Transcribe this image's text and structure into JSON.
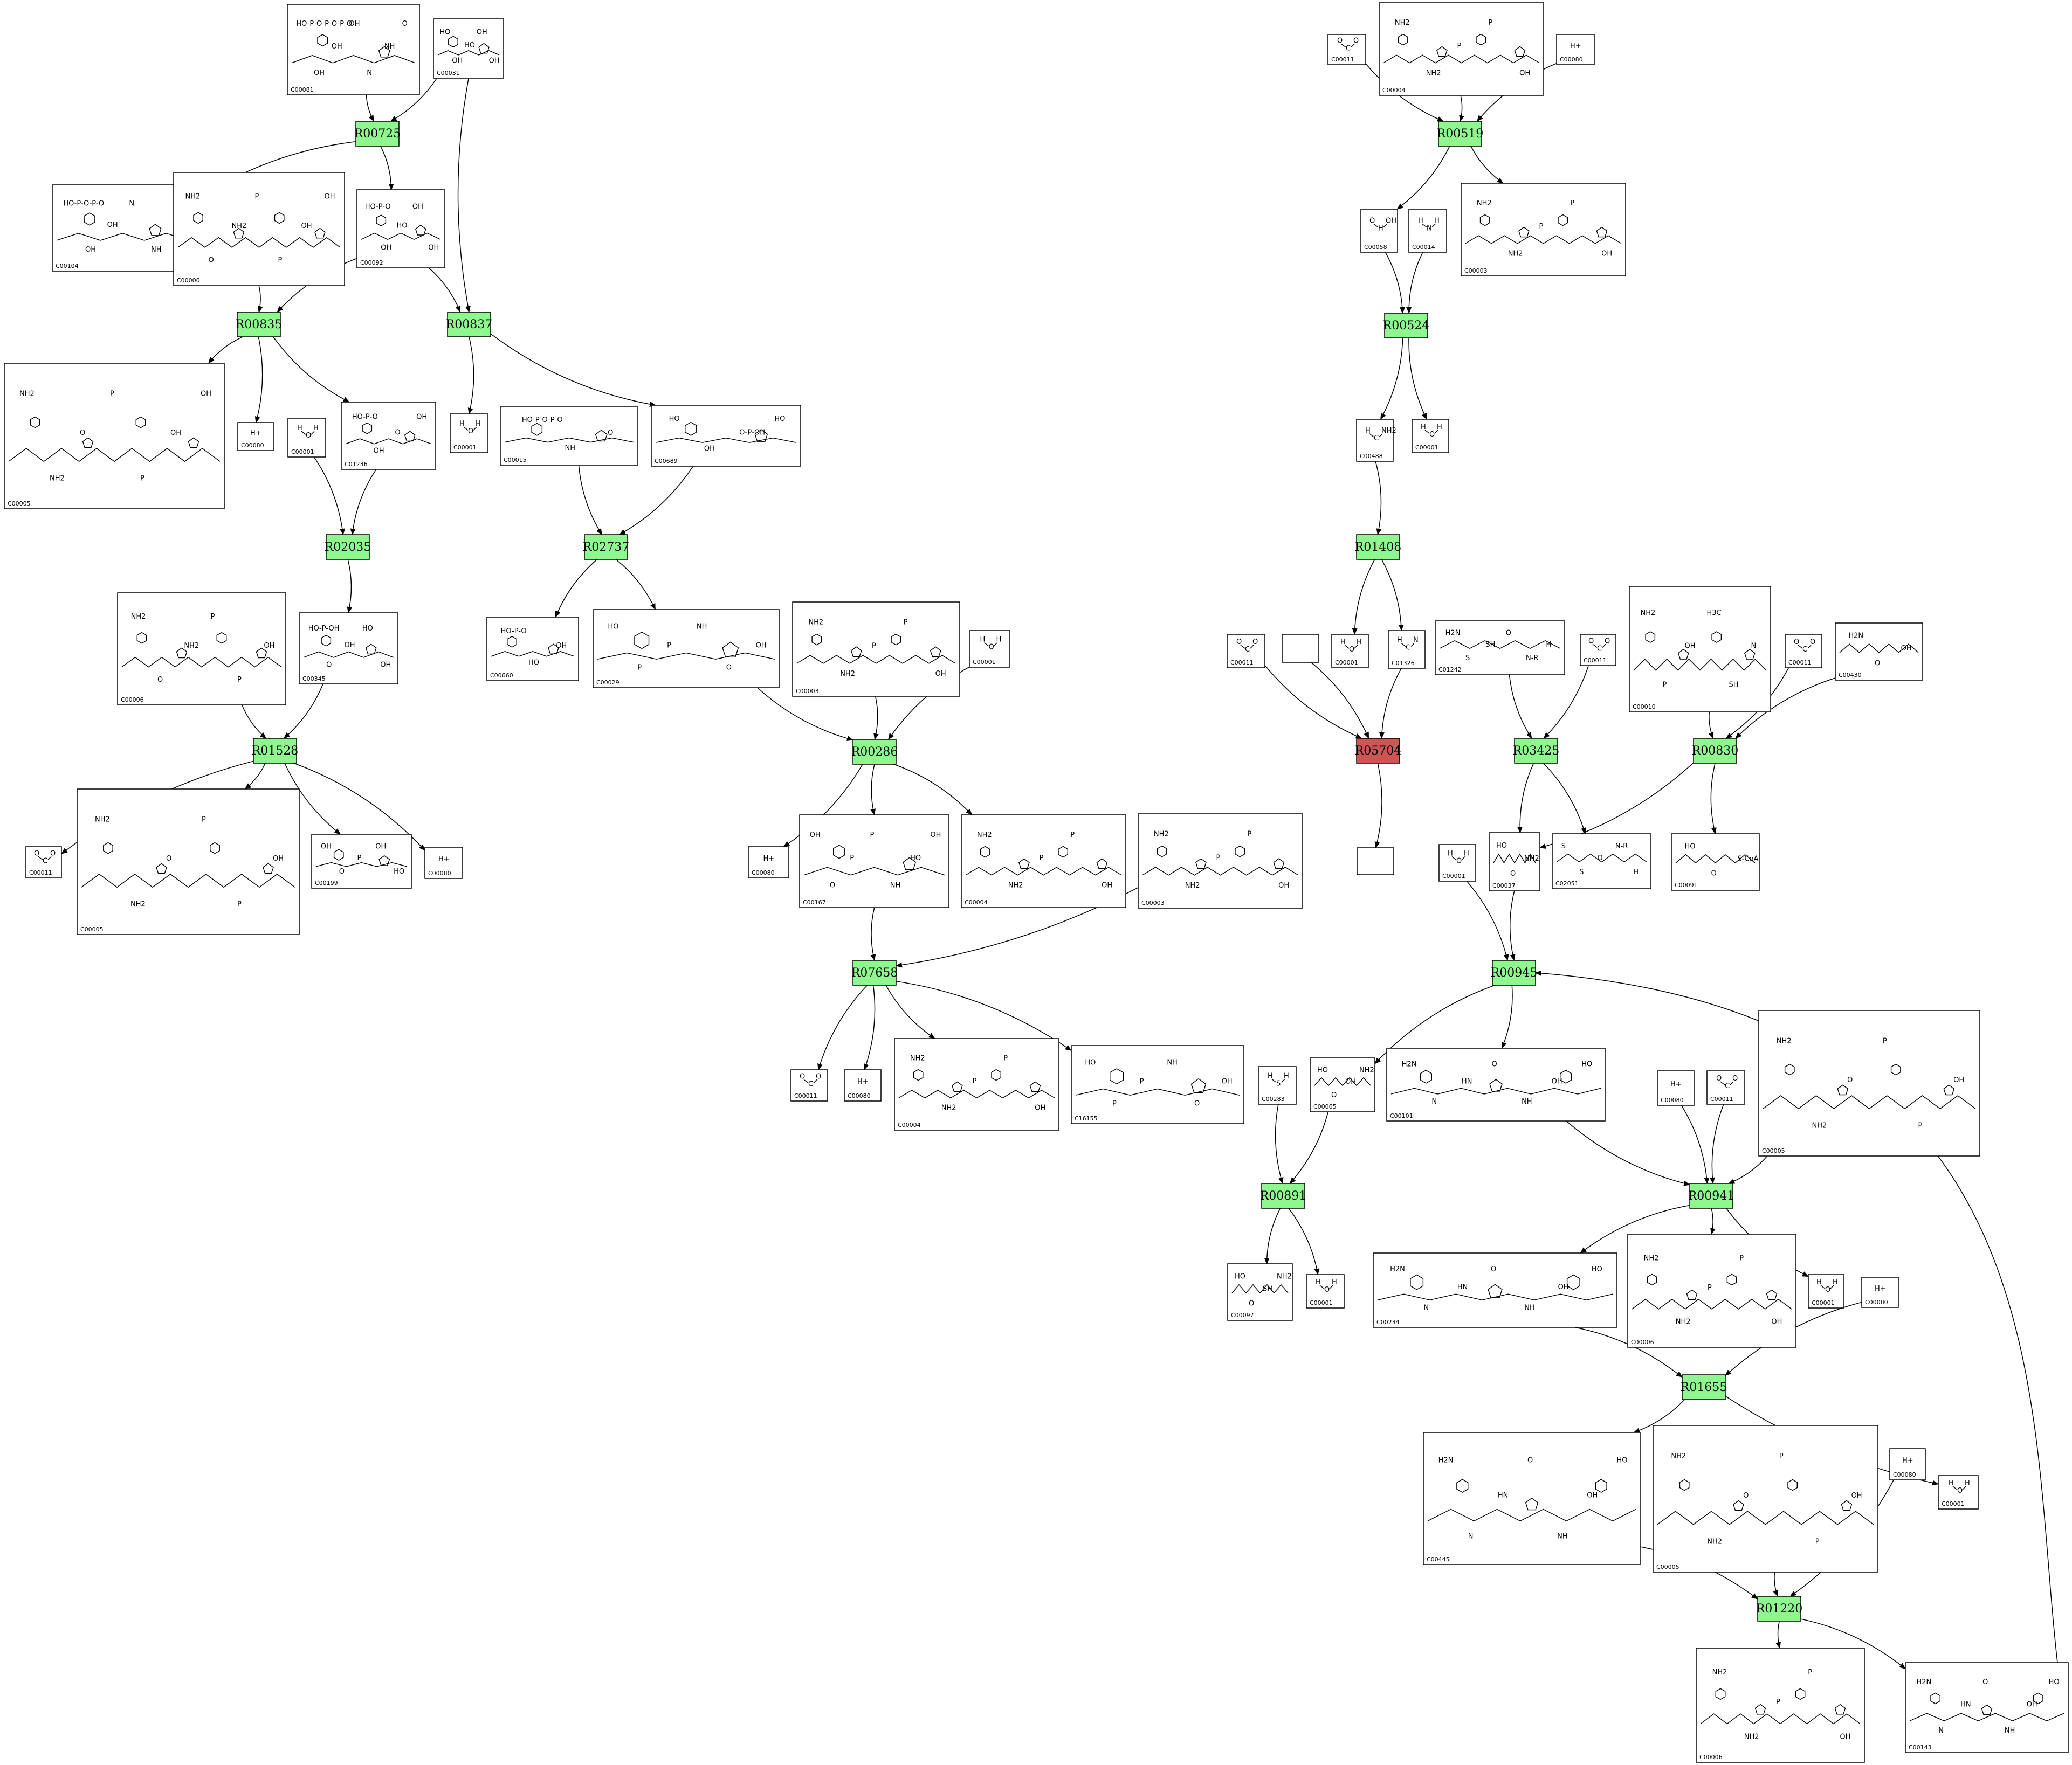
{
  "diagram": {
    "type": "metabolic-pathway",
    "colors": {
      "reaction": "#8ef78e",
      "reaction_highlight": "#cc5555",
      "line": "#000000",
      "box_fill": "#ffffff"
    },
    "reactions": [
      {
        "id": "R00725",
        "status": "normal"
      },
      {
        "id": "R00835",
        "status": "normal"
      },
      {
        "id": "R00837",
        "status": "normal"
      },
      {
        "id": "R02035",
        "status": "normal"
      },
      {
        "id": "R02737",
        "status": "normal"
      },
      {
        "id": "R01528",
        "status": "normal"
      },
      {
        "id": "R00286",
        "status": "normal"
      },
      {
        "id": "R07658",
        "status": "normal"
      },
      {
        "id": "R00519",
        "status": "normal"
      },
      {
        "id": "R00524",
        "status": "normal"
      },
      {
        "id": "R01408",
        "status": "normal"
      },
      {
        "id": "R05704",
        "status": "highlighted"
      },
      {
        "id": "R03425",
        "status": "normal"
      },
      {
        "id": "R00830",
        "status": "normal"
      },
      {
        "id": "R00945",
        "status": "normal"
      },
      {
        "id": "R00891",
        "status": "normal"
      },
      {
        "id": "R00941",
        "status": "normal"
      },
      {
        "id": "R01655",
        "status": "normal"
      },
      {
        "id": "R01220",
        "status": "normal"
      }
    ],
    "compounds": [
      {
        "key": "c1",
        "id": "C00081",
        "kind": "nucleotide",
        "texts": [
          "HO-P-O-P-O-P-O",
          "OH",
          "OH",
          "OH",
          "N",
          "NH",
          "O"
        ]
      },
      {
        "key": "c2",
        "id": "C00031",
        "kind": "sugar",
        "texts": [
          "HO",
          "OH",
          "HO",
          "OH",
          "OH"
        ]
      },
      {
        "key": "c3",
        "id": "C00104",
        "kind": "nucleotide",
        "texts": [
          "HO-P-O-P-O",
          "OH",
          "OH",
          "N",
          "NH",
          "O"
        ]
      },
      {
        "key": "c4",
        "id": "C00006",
        "kind": "cofactor",
        "texts": [
          "NH2",
          "O",
          "NH2",
          "P",
          "P",
          "OH",
          "OH"
        ]
      },
      {
        "key": "c5",
        "id": "C00092",
        "kind": "sugar",
        "texts": [
          "HO-P-O",
          "OH",
          "HO",
          "OH",
          "OH"
        ]
      },
      {
        "key": "c6",
        "id": "C00005",
        "kind": "cofactor",
        "texts": [
          "NH2",
          "NH2",
          "O",
          "P",
          "P",
          "OH",
          "OH"
        ]
      },
      {
        "key": "c7",
        "id": "C00080",
        "kind": "ion",
        "texts": [
          "H+"
        ]
      },
      {
        "key": "c8",
        "id": "C00001",
        "kind": "small",
        "texts": [
          "H",
          "O",
          "H"
        ]
      },
      {
        "key": "c9",
        "id": "C01236",
        "kind": "sugar",
        "texts": [
          "HO-P-O",
          "OH",
          "O",
          "OH"
        ]
      },
      {
        "key": "c10",
        "id": "C00001",
        "kind": "small",
        "texts": [
          "H",
          "O",
          "H"
        ]
      },
      {
        "key": "c11",
        "id": "C00015",
        "kind": "nucleotide",
        "texts": [
          "HO-P-O-P-O",
          "NH",
          "O"
        ]
      },
      {
        "key": "c12",
        "id": "C00689",
        "kind": "sugar",
        "texts": [
          "HO",
          "OH",
          "O-P-OH",
          "HO"
        ]
      },
      {
        "key": "c13",
        "id": "C00006",
        "kind": "cofactor",
        "texts": [
          "NH2",
          "O",
          "NH2",
          "P",
          "P",
          "OH"
        ]
      },
      {
        "key": "c14",
        "id": "C00345",
        "kind": "sugar",
        "texts": [
          "HO-P-OH",
          "O",
          "OH",
          "HO",
          "OH"
        ]
      },
      {
        "key": "c15",
        "id": "C00660",
        "kind": "sugar",
        "texts": [
          "HO-P-O",
          "HO",
          "OH"
        ]
      },
      {
        "key": "c16",
        "id": "C00029",
        "kind": "nucleotide",
        "texts": [
          "HO",
          "P",
          "P",
          "NH",
          "O",
          "OH"
        ]
      },
      {
        "key": "c17",
        "id": "C00003",
        "kind": "cofactor",
        "texts": [
          "NH2",
          "NH2",
          "P",
          "P",
          "OH"
        ]
      },
      {
        "key": "c18",
        "id": "C00001",
        "kind": "small",
        "texts": [
          "H",
          "O",
          "H"
        ]
      },
      {
        "key": "c19",
        "id": "C00011",
        "kind": "small",
        "texts": [
          "O",
          "C",
          "O"
        ]
      },
      {
        "key": "c20",
        "id": "C00005",
        "kind": "cofactor",
        "texts": [
          "NH2",
          "NH2",
          "O",
          "P",
          "P",
          "OH"
        ]
      },
      {
        "key": "c21",
        "id": "C00199",
        "kind": "sugar",
        "texts": [
          "OH",
          "O",
          "P",
          "OH",
          "HO"
        ]
      },
      {
        "key": "c22",
        "id": "C00080",
        "kind": "ion",
        "texts": [
          "H+"
        ]
      },
      {
        "key": "c23",
        "id": "C00080",
        "kind": "ion",
        "texts": [
          "H+"
        ]
      },
      {
        "key": "c24",
        "id": "C00167",
        "kind": "nucleotide",
        "texts": [
          "OH",
          "O",
          "P",
          "P",
          "NH",
          "HO",
          "OH"
        ]
      },
      {
        "key": "c25",
        "id": "C00004",
        "kind": "cofactor",
        "texts": [
          "NH2",
          "NH2",
          "P",
          "P",
          "OH"
        ]
      },
      {
        "key": "c26",
        "id": "C00003",
        "kind": "cofactor",
        "texts": [
          "NH2",
          "NH2",
          "P",
          "P",
          "OH"
        ]
      },
      {
        "key": "c27",
        "id": "C00011",
        "kind": "small",
        "texts": [
          "O",
          "C",
          "O"
        ]
      },
      {
        "key": "c28",
        "id": "C00080",
        "kind": "ion",
        "texts": [
          "H+"
        ]
      },
      {
        "key": "c29",
        "id": "C00004",
        "kind": "cofactor",
        "texts": [
          "NH2",
          "NH2",
          "P",
          "P",
          "OH"
        ]
      },
      {
        "key": "c30",
        "id": "C16155",
        "kind": "nucleotide",
        "texts": [
          "HO",
          "P",
          "P",
          "NH",
          "O",
          "OH"
        ]
      },
      {
        "key": "c31",
        "id": "C00011",
        "kind": "small",
        "texts": [
          "O",
          "C",
          "O"
        ]
      },
      {
        "key": "c32",
        "id": "C00004",
        "kind": "cofactor",
        "texts": [
          "NH2",
          "NH2",
          "P",
          "P",
          "OH"
        ]
      },
      {
        "key": "c33",
        "id": "C00080",
        "kind": "ion",
        "texts": [
          "H+"
        ]
      },
      {
        "key": "c34",
        "id": "C00058",
        "kind": "small",
        "texts": [
          "O",
          "H",
          "OH"
        ]
      },
      {
        "key": "c35",
        "id": "C00014",
        "kind": "small",
        "texts": [
          "H",
          "N",
          "H"
        ]
      },
      {
        "key": "c36",
        "id": "C00003",
        "kind": "cofactor",
        "texts": [
          "NH2",
          "NH2",
          "P",
          "P",
          "OH"
        ]
      },
      {
        "key": "c37",
        "id": "C00488",
        "kind": "small",
        "texts": [
          "H",
          "C",
          "NH2"
        ]
      },
      {
        "key": "c38",
        "id": "C00001",
        "kind": "small",
        "texts": [
          "H",
          "O",
          "H"
        ]
      },
      {
        "key": "c39",
        "id": "C00011",
        "kind": "small",
        "texts": [
          "O",
          "C",
          "O"
        ]
      },
      {
        "key": "c40",
        "id": "",
        "kind": "empty",
        "texts": []
      },
      {
        "key": "c41",
        "id": "C00001",
        "kind": "small",
        "texts": [
          "H",
          "O",
          "H"
        ]
      },
      {
        "key": "c42",
        "id": "C01326",
        "kind": "small",
        "texts": [
          "H",
          "C",
          "N"
        ]
      },
      {
        "key": "c43",
        "id": "C01242",
        "kind": "chain",
        "texts": [
          "H2N",
          "S",
          "SH",
          "O",
          "N-R",
          "H"
        ]
      },
      {
        "key": "c44",
        "id": "C00011",
        "kind": "small",
        "texts": [
          "O",
          "C",
          "O"
        ]
      },
      {
        "key": "c45",
        "id": "C00010",
        "kind": "cofactor",
        "texts": [
          "NH2",
          "P",
          "OH",
          "H3C",
          "SH",
          "N"
        ]
      },
      {
        "key": "c46",
        "id": "C00011",
        "kind": "small",
        "texts": [
          "O",
          "C",
          "O"
        ]
      },
      {
        "key": "c47",
        "id": "C00430",
        "kind": "chain",
        "texts": [
          "H2N",
          "O",
          "OH"
        ]
      },
      {
        "key": "c48",
        "id": "",
        "kind": "empty",
        "texts": []
      },
      {
        "key": "c49",
        "id": "C00001",
        "kind": "small",
        "texts": [
          "H",
          "O",
          "H"
        ]
      },
      {
        "key": "c50",
        "id": "C00037",
        "kind": "chain",
        "texts": [
          "HO",
          "O",
          "NH2"
        ]
      },
      {
        "key": "c51",
        "id": "C02051",
        "kind": "chain",
        "texts": [
          "S",
          "S",
          "O",
          "N-R",
          "H"
        ]
      },
      {
        "key": "c52",
        "id": "C00091",
        "kind": "chain",
        "texts": [
          "HO",
          "O",
          "S-CoA"
        ]
      },
      {
        "key": "c53",
        "id": "C00283",
        "kind": "small",
        "texts": [
          "H",
          "S",
          "H"
        ]
      },
      {
        "key": "c54",
        "id": "C00065",
        "kind": "chain",
        "texts": [
          "HO",
          "O",
          "OH",
          "NH2"
        ]
      },
      {
        "key": "c55",
        "id": "C00101",
        "kind": "folate",
        "texts": [
          "H2N",
          "N",
          "HN",
          "O",
          "NH",
          "OH",
          "HO"
        ]
      },
      {
        "key": "c56",
        "id": "C00080",
        "kind": "ion",
        "texts": [
          "H+"
        ]
      },
      {
        "key": "c57",
        "id": "C00011",
        "kind": "small",
        "texts": [
          "O",
          "C",
          "O"
        ]
      },
      {
        "key": "c58",
        "id": "C00005",
        "kind": "cofactor",
        "texts": [
          "NH2",
          "NH2",
          "O",
          "P",
          "P",
          "OH"
        ]
      },
      {
        "key": "c59",
        "id": "C00097",
        "kind": "chain",
        "texts": [
          "HO",
          "O",
          "SH",
          "NH2"
        ]
      },
      {
        "key": "c60",
        "id": "C00001",
        "kind": "small",
        "texts": [
          "H",
          "O",
          "H"
        ]
      },
      {
        "key": "c61",
        "id": "C00234",
        "kind": "folate",
        "texts": [
          "H2N",
          "N",
          "HN",
          "O",
          "NH",
          "OH",
          "HO"
        ]
      },
      {
        "key": "c62",
        "id": "C00006",
        "kind": "cofactor",
        "texts": [
          "NH2",
          "NH2",
          "P",
          "P",
          "OH"
        ]
      },
      {
        "key": "c63",
        "id": "C00001",
        "kind": "small",
        "texts": [
          "H",
          "O",
          "H"
        ]
      },
      {
        "key": "c64",
        "id": "C00080",
        "kind": "ion",
        "texts": [
          "H+"
        ]
      },
      {
        "key": "c65",
        "id": "C00445",
        "kind": "folate",
        "texts": [
          "H2N",
          "N",
          "HN",
          "O",
          "NH",
          "OH",
          "HO"
        ]
      },
      {
        "key": "c66",
        "id": "C00005",
        "kind": "cofactor",
        "texts": [
          "NH2",
          "NH2",
          "O",
          "P",
          "P",
          "OH"
        ]
      },
      {
        "key": "c67",
        "id": "C00080",
        "kind": "ion",
        "texts": [
          "H+"
        ]
      },
      {
        "key": "c68",
        "id": "C00001",
        "kind": "small",
        "texts": [
          "H",
          "O",
          "H"
        ]
      },
      {
        "key": "c69",
        "id": "C00006",
        "kind": "cofactor",
        "texts": [
          "NH2",
          "NH2",
          "P",
          "P",
          "OH"
        ]
      },
      {
        "key": "c70",
        "id": "C00143",
        "kind": "folate",
        "texts": [
          "H2N",
          "N",
          "HN",
          "O",
          "NH",
          "OH",
          "HO"
        ]
      }
    ],
    "edges": [
      [
        "c1",
        "R00725"
      ],
      [
        "c2",
        "R00725"
      ],
      [
        "R00725",
        "c3"
      ],
      [
        "R00725",
        "c5"
      ],
      [
        "c2",
        "R00837"
      ],
      [
        "c4",
        "R00835"
      ],
      [
        "c5",
        "R00835"
      ],
      [
        "c5",
        "R00837"
      ],
      [
        "R00835",
        "c6"
      ],
      [
        "R00835",
        "c7"
      ],
      [
        "R00835",
        "c9"
      ],
      [
        "R00837",
        "c10"
      ],
      [
        "R00837",
        "c12"
      ],
      [
        "c8",
        "R02035"
      ],
      [
        "c9",
        "R02035"
      ],
      [
        "R02035",
        "c14"
      ],
      [
        "c11",
        "R02737"
      ],
      [
        "c12",
        "R02737"
      ],
      [
        "R02737",
        "c15"
      ],
      [
        "R02737",
        "c16"
      ],
      [
        "c13",
        "R01528"
      ],
      [
        "c14",
        "R01528"
      ],
      [
        "R01528",
        "c19"
      ],
      [
        "R01528",
        "c20"
      ],
      [
        "R01528",
        "c21"
      ],
      [
        "R01528",
        "c22"
      ],
      [
        "c16",
        "R00286"
      ],
      [
        "c17",
        "R00286"
      ],
      [
        "c18",
        "R00286"
      ],
      [
        "R00286",
        "c23"
      ],
      [
        "R00286",
        "c24"
      ],
      [
        "R00286",
        "c25"
      ],
      [
        "c24",
        "R07658"
      ],
      [
        "c26",
        "R07658"
      ],
      [
        "R07658",
        "c27"
      ],
      [
        "R07658",
        "c28"
      ],
      [
        "R07658",
        "c29"
      ],
      [
        "R07658",
        "c30"
      ],
      [
        "c31",
        "R00519"
      ],
      [
        "c32",
        "R00519"
      ],
      [
        "c33",
        "R00519"
      ],
      [
        "R00519",
        "c34"
      ],
      [
        "R00519",
        "c36"
      ],
      [
        "c34",
        "R00524"
      ],
      [
        "c35",
        "R00524"
      ],
      [
        "R00524",
        "c37"
      ],
      [
        "R00524",
        "c38"
      ],
      [
        "c37",
        "R01408"
      ],
      [
        "R01408",
        "c41"
      ],
      [
        "R01408",
        "c42"
      ],
      [
        "c39",
        "R05704"
      ],
      [
        "c40",
        "R05704"
      ],
      [
        "c42",
        "R05704"
      ],
      [
        "R05704",
        "c48"
      ],
      [
        "c43",
        "R03425"
      ],
      [
        "c44",
        "R03425"
      ],
      [
        "R03425",
        "c50"
      ],
      [
        "R03425",
        "c51"
      ],
      [
        "c45",
        "R00830"
      ],
      [
        "c46",
        "R00830"
      ],
      [
        "c47",
        "R00830"
      ],
      [
        "R00830",
        "c50"
      ],
      [
        "R00830",
        "c52"
      ],
      [
        "c49",
        "R00945"
      ],
      [
        "c50",
        "R00945"
      ],
      [
        "c70",
        "R00945"
      ],
      [
        "R00945",
        "c54"
      ],
      [
        "R00945",
        "c55"
      ],
      [
        "c53",
        "R00891"
      ],
      [
        "c54",
        "R00891"
      ],
      [
        "R00891",
        "c59"
      ],
      [
        "R00891",
        "c60"
      ],
      [
        "c55",
        "R00941"
      ],
      [
        "c56",
        "R00941"
      ],
      [
        "c57",
        "R00941"
      ],
      [
        "c58",
        "R00941"
      ],
      [
        "R00941",
        "c61"
      ],
      [
        "R00941",
        "c62"
      ],
      [
        "R00941",
        "c63"
      ],
      [
        "c61",
        "R01655"
      ],
      [
        "c64",
        "R01655"
      ],
      [
        "R01655",
        "c65"
      ],
      [
        "R01655",
        "c68"
      ],
      [
        "c65",
        "R01220"
      ],
      [
        "c66",
        "R01220"
      ],
      [
        "c67",
        "R01220"
      ],
      [
        "R01220",
        "c69"
      ],
      [
        "R01220",
        "c70"
      ]
    ]
  }
}
